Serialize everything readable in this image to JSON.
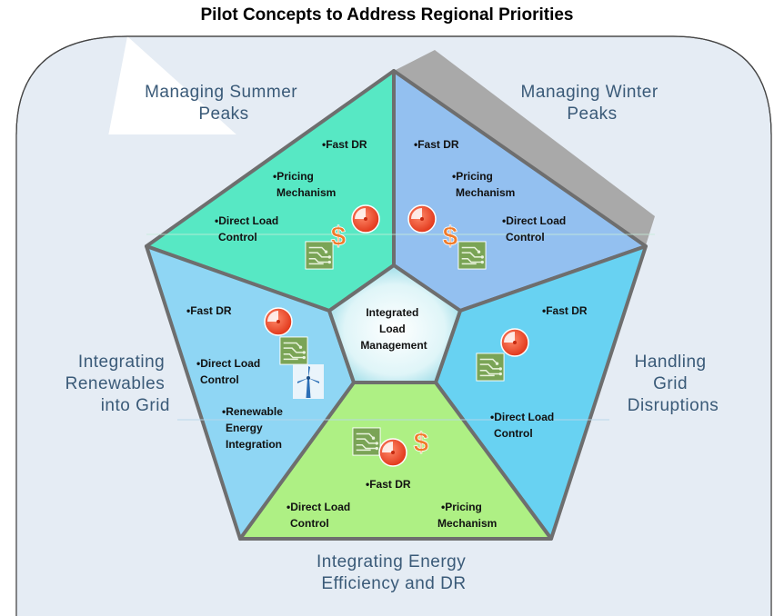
{
  "title": "Pilot Concepts to Address Regional Priorities",
  "center": [
    "Integrated",
    "Load",
    "Management"
  ],
  "segments": {
    "summer": {
      "label": [
        "Managing Summer",
        "Peaks"
      ],
      "bullets": {
        "b1": [
          "•Fast DR"
        ],
        "b2": [
          "•Pricing",
          "Mechanism"
        ],
        "b3": [
          "•Direct Load",
          "Control"
        ]
      }
    },
    "winter": {
      "label": [
        "Managing Winter",
        "Peaks"
      ],
      "bullets": {
        "b1": [
          "•Fast DR"
        ],
        "b2": [
          "•Pricing",
          "Mechanism"
        ],
        "b3": [
          "•Direct Load",
          "Control"
        ]
      }
    },
    "grid": {
      "label": [
        "Handling",
        "Grid",
        "Disruptions"
      ],
      "bullets": {
        "b1": [
          "•Fast DR"
        ],
        "b2": [
          "•Direct Load",
          "Control"
        ]
      }
    },
    "ee": {
      "label": [
        "Integrating Energy",
        "Efficiency and DR"
      ],
      "bullets": {
        "b1": [
          "•Fast DR"
        ],
        "b2": [
          "•Direct Load",
          "Control"
        ],
        "b3": [
          "•Pricing",
          "Mechanism"
        ]
      }
    },
    "renew": {
      "label": [
        "Integrating",
        "Renewables",
        "into Grid"
      ],
      "bullets": {
        "b1": [
          "•Fast DR"
        ],
        "b2": [
          "•Direct Load",
          "Control"
        ],
        "b3": [
          "•Renewable",
          "Energy",
          "Integration"
        ]
      }
    }
  },
  "icon_glyph": "$",
  "colors": {
    "summer": "#57e8c4",
    "winter": "#93c0f0",
    "grid": "#68d2f2",
    "ee": "#aef084",
    "renew": "#8fd6f4",
    "outline": "#6e6e6e",
    "frame_bg": "#e5ecf4",
    "label_text": "#3a5a78",
    "meter_red": "#ef4a2e",
    "dollar_orange": "#f07b2a",
    "circuit_green": "#6f9a4c"
  }
}
